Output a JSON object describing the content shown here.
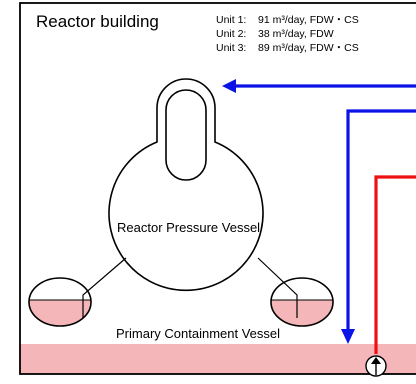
{
  "building": {
    "title": "Reactor building"
  },
  "flow_rates": [
    {
      "unit": "Unit 1:",
      "rate": "91 m³/day, FDW・CS"
    },
    {
      "unit": "Unit 2:",
      "rate": "38 m³/day, FDW"
    },
    {
      "unit": "Unit 3:",
      "rate": "89 m³/day, FDW・CS"
    }
  ],
  "labels": {
    "rpv": "Reactor Pressure Vessel",
    "pcv": "Primary Containment Vessel"
  },
  "colors": {
    "injection_line": "#0a14e6",
    "return_line": "#ee1111",
    "water": "#f4b6b8",
    "outline": "#000000"
  },
  "icons": {
    "pump": "pump-arrow-up-icon"
  }
}
